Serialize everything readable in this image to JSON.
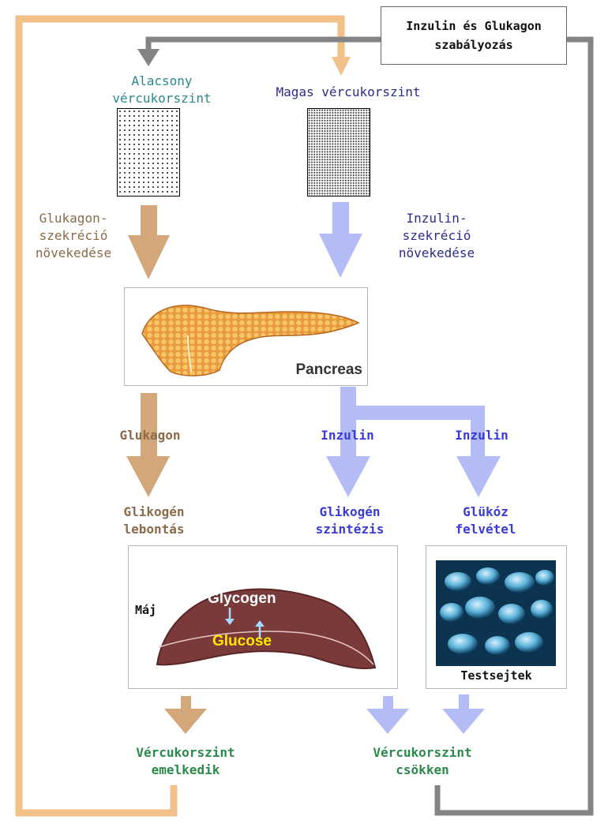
{
  "title": "Inzulin és Glukagon\nszabályozás",
  "low_sugar": "Alacsony\nvércukorszint",
  "high_sugar": "Magas vércukorszint",
  "glucagon_secretion": "Glukagon-\nszekréció\nnövekedése",
  "insulin_secretion": "Inzulin-\nszekréció\nnövekedése",
  "pancreas_label": "Pancreas",
  "glucagon_label": "Glukagon",
  "insulin_label_1": "Inzulin",
  "insulin_label_2": "Inzulin",
  "glycogen_breakdown": "Glikogén\nlebontás",
  "glycogen_synthesis": "Glikogén\nszintézis",
  "glucose_uptake": "Glükóz\nfelvétel",
  "liver_label": "Máj",
  "liver_glycogen": "Glycogen",
  "liver_glucose": "Glucose",
  "cells_label": "Testsejtek",
  "sugar_rises": "Vércukorszint\nemelkedik",
  "sugar_falls": "Vércukorszint\ncsökken",
  "colors": {
    "tan": "#f2c089",
    "gray": "#848484",
    "brown_arrow": "#d4a77a",
    "blue_arrow": "#b4bcf5"
  }
}
